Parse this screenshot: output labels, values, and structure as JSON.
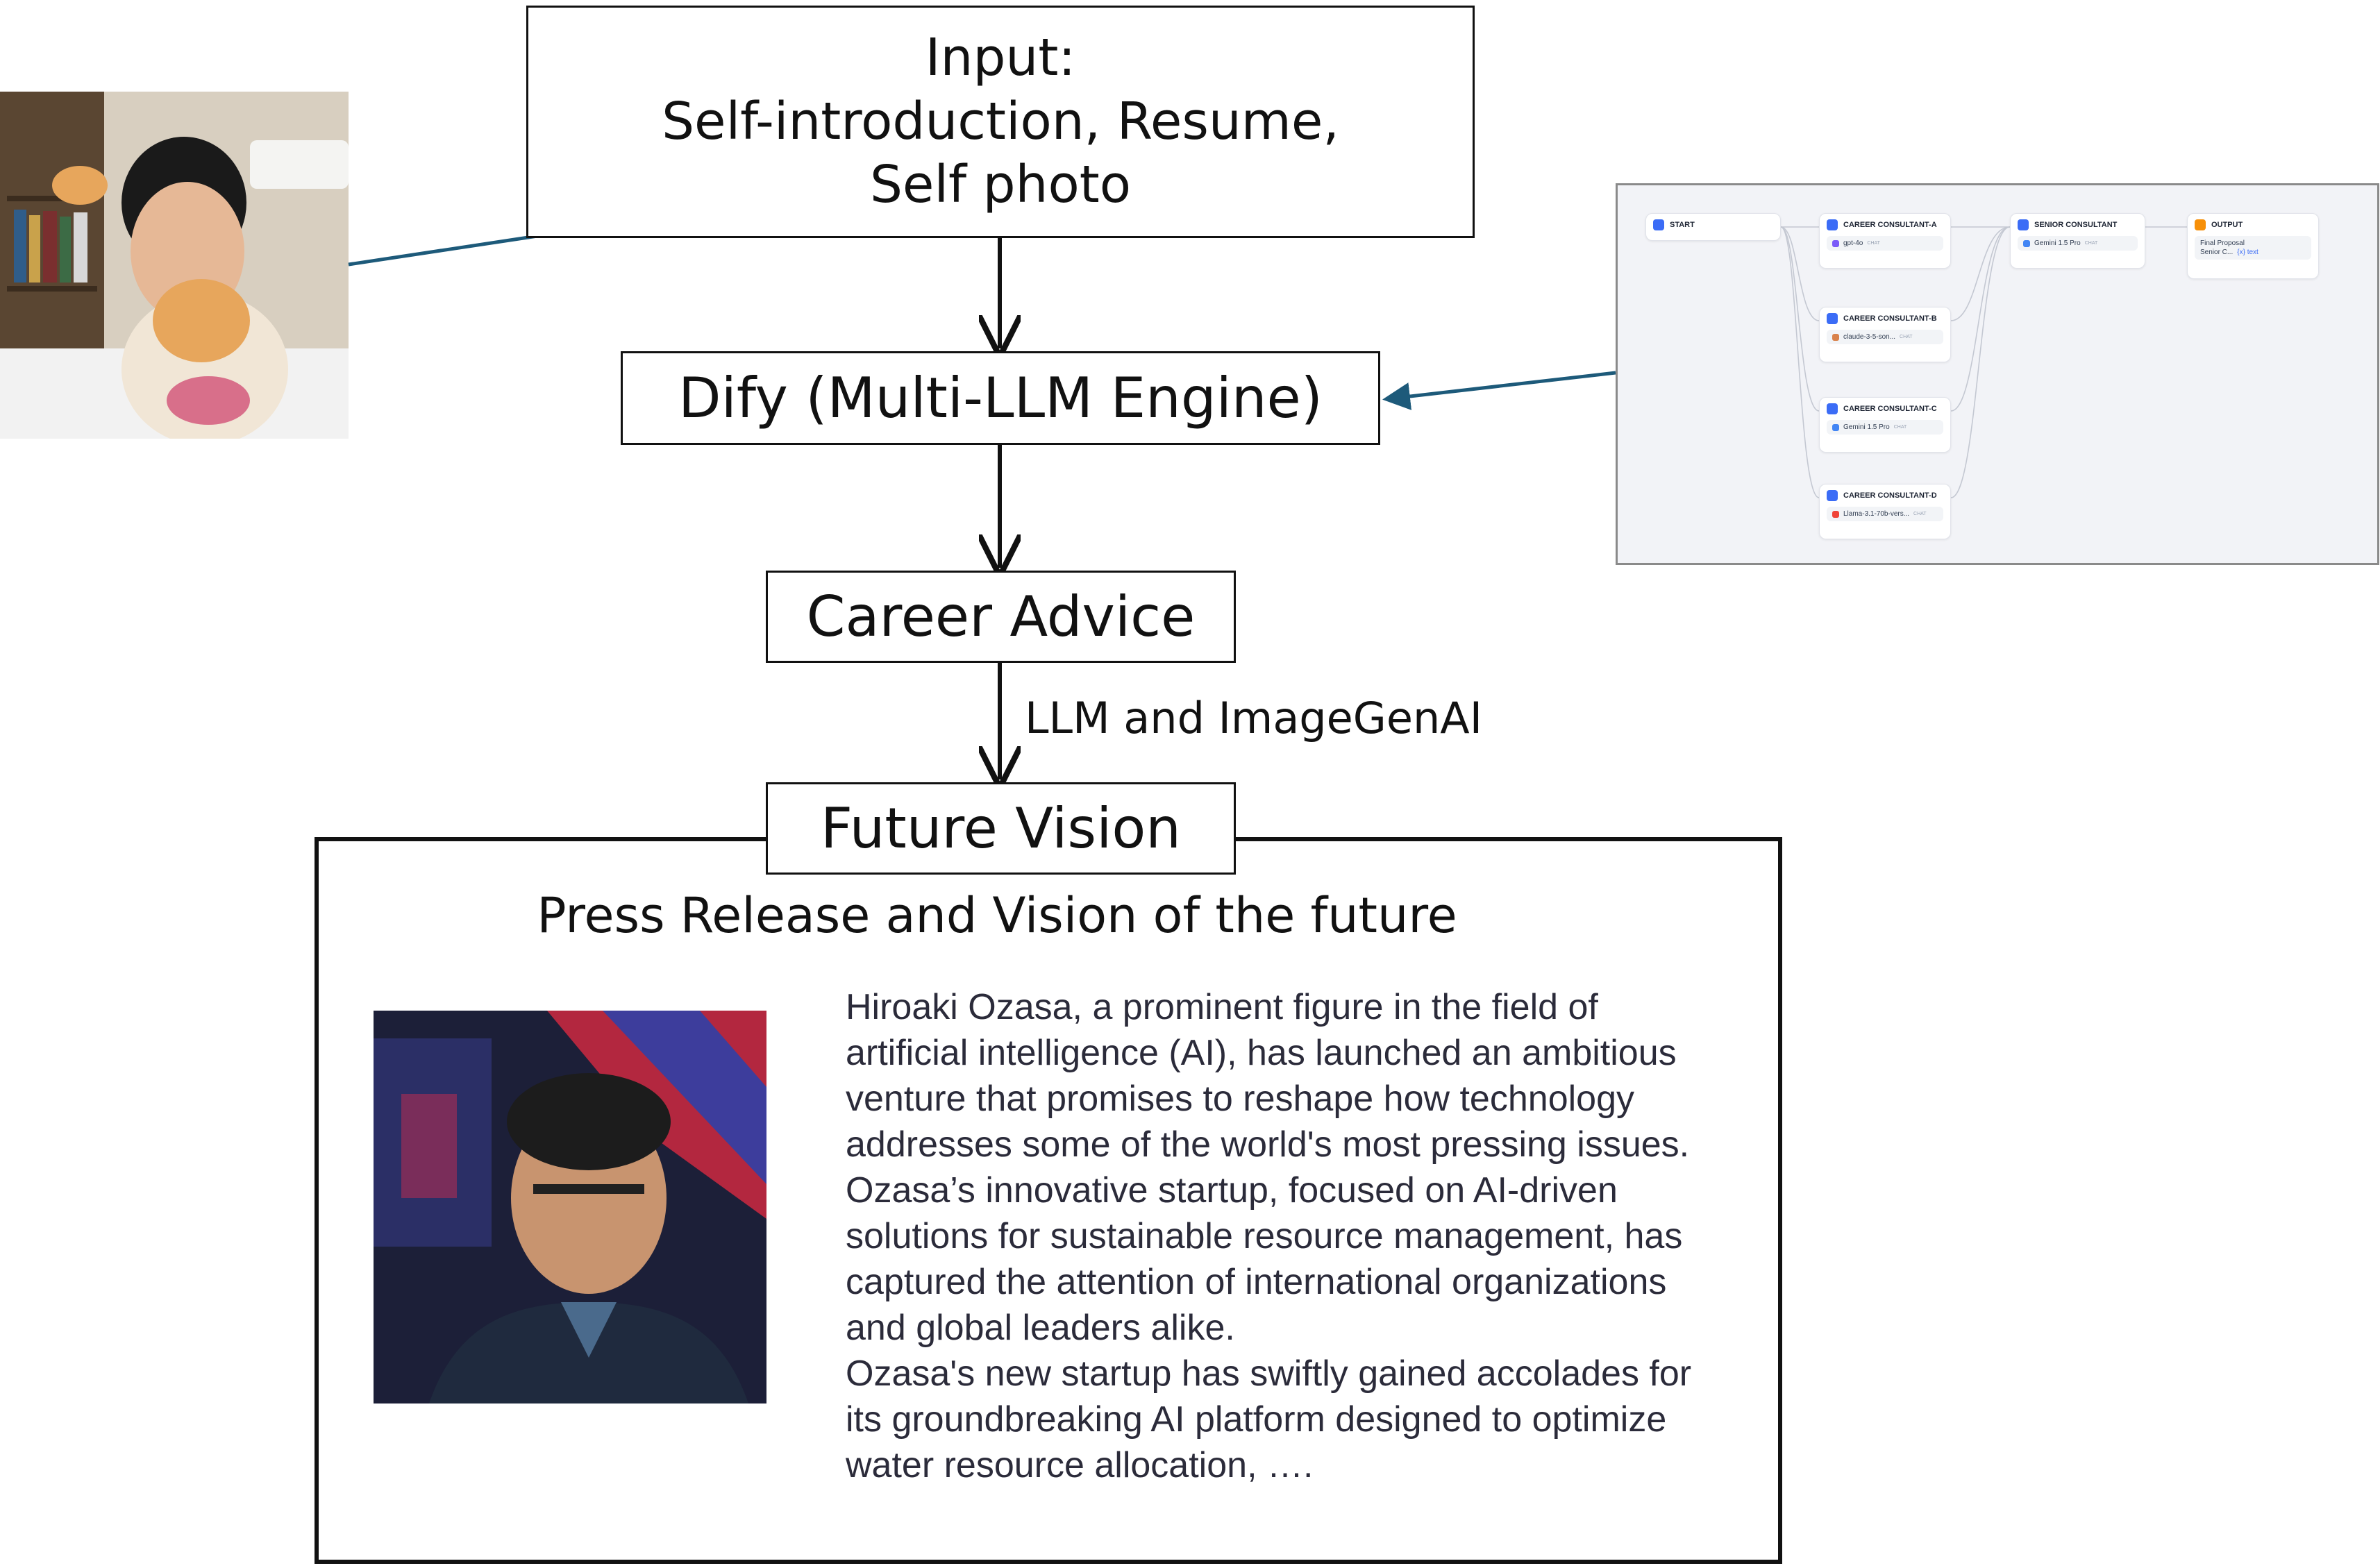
{
  "flow": {
    "input_title": "Input:",
    "input_items": "Self-introduction, Resume,",
    "input_photo": "Self photo",
    "engine": "Dify (Multi-LLM Engine)",
    "advice": "Career Advice",
    "transform_label": "LLM and ImageGenAI",
    "future": "Future Vision"
  },
  "vision_panel": {
    "title": "Press Release and Vision of the future",
    "press_release_lines": [
      "Hiroaki Ozasa, a prominent figure in the field of",
      "artificial intelligence (AI), has launched an ambitious",
      "venture that promises to reshape how technology",
      "addresses some of the world's most pressing issues.",
      "Ozasa’s innovative startup, focused on AI-driven",
      "solutions for sustainable resource management, has",
      "captured the attention of international organizations",
      "and global leaders alike.",
      "Ozasa's new startup has swiftly gained accolades for",
      "its groundbreaking AI platform designed to optimize",
      "water resource allocation, …."
    ]
  },
  "workflow": {
    "start": "START",
    "consultant_a": "CAREER CONSULTANT-A",
    "model_a": "gpt-4o",
    "consultant_b": "CAREER CONSULTANT-B",
    "model_b": "claude-3-5-son...",
    "consultant_c": "CAREER CONSULTANT-C",
    "model_c": "Gemini 1.5 Pro",
    "consultant_d": "CAREER CONSULTANT-D",
    "model_d": "Llama-3.1-70b-vers...",
    "senior": "SENIOR CONSULTANT",
    "model_senior": "Gemini 1.5 Pro",
    "output": "OUTPUT",
    "output_field": "Final Proposal",
    "output_source": "Senior C...",
    "output_type": "{x} text",
    "chat_tag": "CHAT"
  },
  "colors": {
    "connector": "#1d5a7a",
    "arrow": "#111111",
    "node_icon": "#3b6cf6",
    "output_icon": "#f79009"
  }
}
